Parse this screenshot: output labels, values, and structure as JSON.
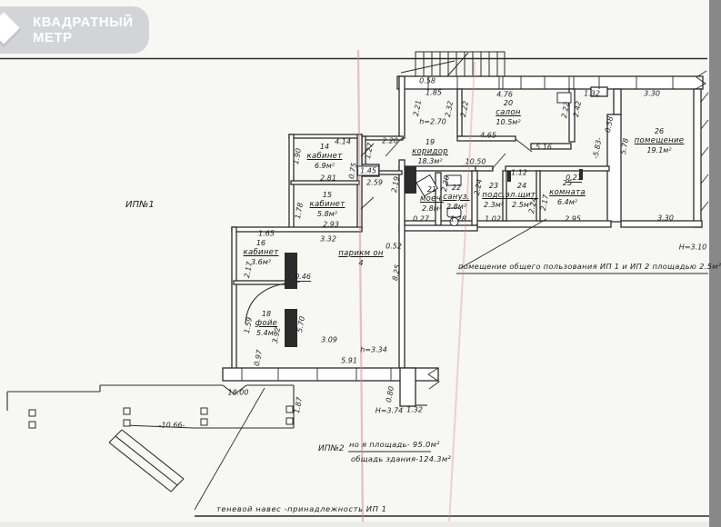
{
  "logo": {
    "line1": "КВАДРАТНЫЙ",
    "line2": "МЕТР"
  },
  "site_labels": {
    "ip1": "ИП№1",
    "ip2": "ИП№2"
  },
  "notes": {
    "common_use": "помещение общего пользования ИП 1 и ИП 2 площадью 2.5м²",
    "area_numerator": "но я площадь- 95.0м²",
    "area_denominator": "общадь здания-124.3м²",
    "canopy": "теневой навес -принадлежность ИП 1"
  },
  "rooms": [
    {
      "num": "14",
      "name": "кабинет",
      "area": "6.9м²"
    },
    {
      "num": "15",
      "name": "кабинет",
      "area": "5.8м²"
    },
    {
      "num": "16",
      "name": "кабинет",
      "area": "3.6м²"
    },
    {
      "num": "18",
      "name": "фойе",
      "area": "5.4м²"
    },
    {
      "num": "19",
      "name": "коридор",
      "area": "18.3м²"
    },
    {
      "num": "20",
      "name": "салон",
      "area": "10.5м²"
    },
    {
      "num": "21",
      "name": "моеч.",
      "area": "2.8м²"
    },
    {
      "num": "22",
      "name": "сануз.",
      "area": "2.8м²"
    },
    {
      "num": "23",
      "name": "подс.",
      "area": "2.3м²"
    },
    {
      "num": "24",
      "name": "эл.щит.",
      "area": "2.5м²"
    },
    {
      "num": "25",
      "name": "комната",
      "area": "6.4м²"
    },
    {
      "num": "26",
      "name": "помещение",
      "area": "19.1м²"
    },
    {
      "num": "",
      "name": "парикм он",
      "area": "4"
    }
  ],
  "dims": [
    {
      "t": "0.58"
    },
    {
      "t": "1.85"
    },
    {
      "t": "2.21"
    },
    {
      "t": "h=2.70"
    },
    {
      "t": "2.32"
    },
    {
      "t": "2.20"
    },
    {
      "t": "1.27"
    },
    {
      "t": "4.14"
    },
    {
      "t": "1.90"
    },
    {
      "t": "0.75"
    },
    {
      "t": "2.81"
    },
    {
      "t": "1.45"
    },
    {
      "t": "2.59"
    },
    {
      "t": "1.78"
    },
    {
      "t": "2.93"
    },
    {
      "t": "1.65"
    },
    {
      "t": "3.32"
    },
    {
      "t": "2.17"
    },
    {
      "t": "0.46"
    },
    {
      "t": "1.59"
    },
    {
      "t": "5.70"
    },
    {
      "t": "3.92"
    },
    {
      "t": "3.09"
    },
    {
      "t": "0.97"
    },
    {
      "t": "0.52"
    },
    {
      "t": "8.25"
    },
    {
      "t": "h=3.34"
    },
    {
      "t": "5.91"
    },
    {
      "t": "18.00"
    },
    {
      "t": "-10.66-"
    },
    {
      "t": "1.87"
    },
    {
      "t": "0.80"
    },
    {
      "t": "Н=3.74"
    },
    {
      "t": "1.32"
    },
    {
      "t": "4.76"
    },
    {
      "t": "2.22"
    },
    {
      "t": "4.65"
    },
    {
      "t": "5.16"
    },
    {
      "t": "2.22"
    },
    {
      "t": "2.42"
    },
    {
      "t": "1.32"
    },
    {
      "t": "3.30"
    },
    {
      "t": "0.58"
    },
    {
      "t": "-5.83-"
    },
    {
      "t": "5.78"
    },
    {
      "t": "3.30"
    },
    {
      "t": "Н=3.10"
    },
    {
      "t": "10.50"
    },
    {
      "t": "1.12"
    },
    {
      "t": "0.21"
    },
    {
      "t": "2.17"
    },
    {
      "t": "2.95"
    },
    {
      "t": "2.24"
    },
    {
      "t": "1.02"
    },
    {
      "t": "2.24"
    },
    {
      "t": "2.20"
    },
    {
      "t": "1.28"
    },
    {
      "t": "2.19"
    },
    {
      "t": "0.27"
    }
  ]
}
